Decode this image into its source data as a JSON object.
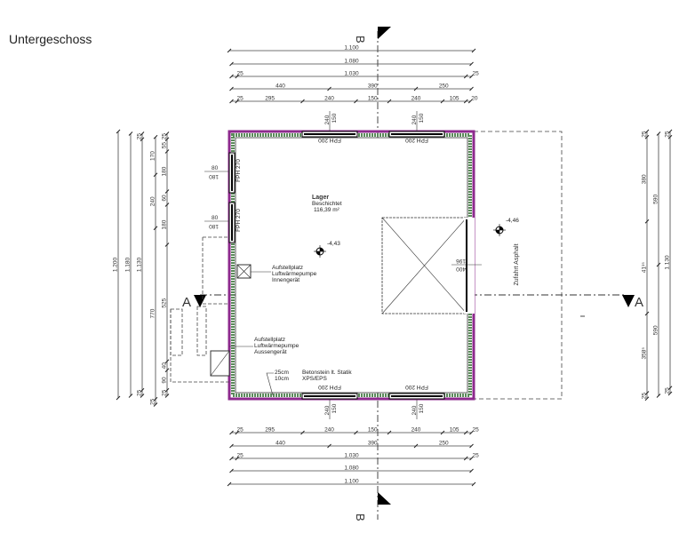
{
  "title": "Untergeschoss",
  "section_marks": {
    "a": "A",
    "b": "B"
  },
  "room": {
    "name": "Lager",
    "finish": "Beschichtet",
    "area": "116,39 m²"
  },
  "levels": {
    "inside": "-4,43",
    "outside": "-4,46"
  },
  "notes": {
    "indoor_unit": [
      "Aufstellplatz",
      "Luftwärmepumpe",
      "Innengerät"
    ],
    "outdoor_unit": [
      "Aufstellplatz",
      "Luftwärmepumpe",
      "Aussengerät"
    ],
    "wall_build": [
      "25cm",
      "10cm"
    ],
    "wall_material": [
      "Betonstein lt. Statik",
      "XPS/EPS"
    ],
    "driveway": "Zufahrt Asphalt"
  },
  "windows": {
    "top": {
      "label": "FPH 200",
      "dims": [
        "240",
        "150"
      ]
    },
    "bottom": {
      "label": "FPH 200",
      "dims": [
        "240",
        "150"
      ]
    },
    "left": {
      "label": "FPH 270",
      "dims": [
        "80",
        "180"
      ]
    },
    "door": {
      "dims": [
        "196",
        "400"
      ]
    }
  },
  "dims_top": [
    [
      "1.100"
    ],
    [
      "1.080"
    ],
    [
      "25",
      "1.030",
      "25"
    ],
    [
      "440",
      "390",
      "250"
    ],
    [
      "25",
      "295",
      "240",
      "150",
      "240",
      "105",
      "20"
    ]
  ],
  "dims_bottom": [
    [
      "25",
      "295",
      "240",
      "150",
      "240",
      "105",
      "25"
    ],
    [
      "440",
      "390",
      "250"
    ],
    [
      "25",
      "1.030",
      "25"
    ],
    [
      "1.080"
    ],
    [
      "1.100"
    ]
  ],
  "dims_left": [
    [
      "1.200"
    ],
    [
      "1.180"
    ],
    [
      "25",
      "1.130",
      "25"
    ],
    [
      "170",
      "240",
      "770",
      "25"
    ],
    [
      "25",
      "55",
      "180",
      "60",
      "180",
      "525",
      "40",
      "90",
      "25"
    ]
  ],
  "dims_right": [
    [
      "25",
      "380",
      "41¹⁵",
      "358⁵",
      "25"
    ],
    [
      "590",
      "590"
    ],
    [
      "25",
      "1.130",
      "25"
    ]
  ]
}
